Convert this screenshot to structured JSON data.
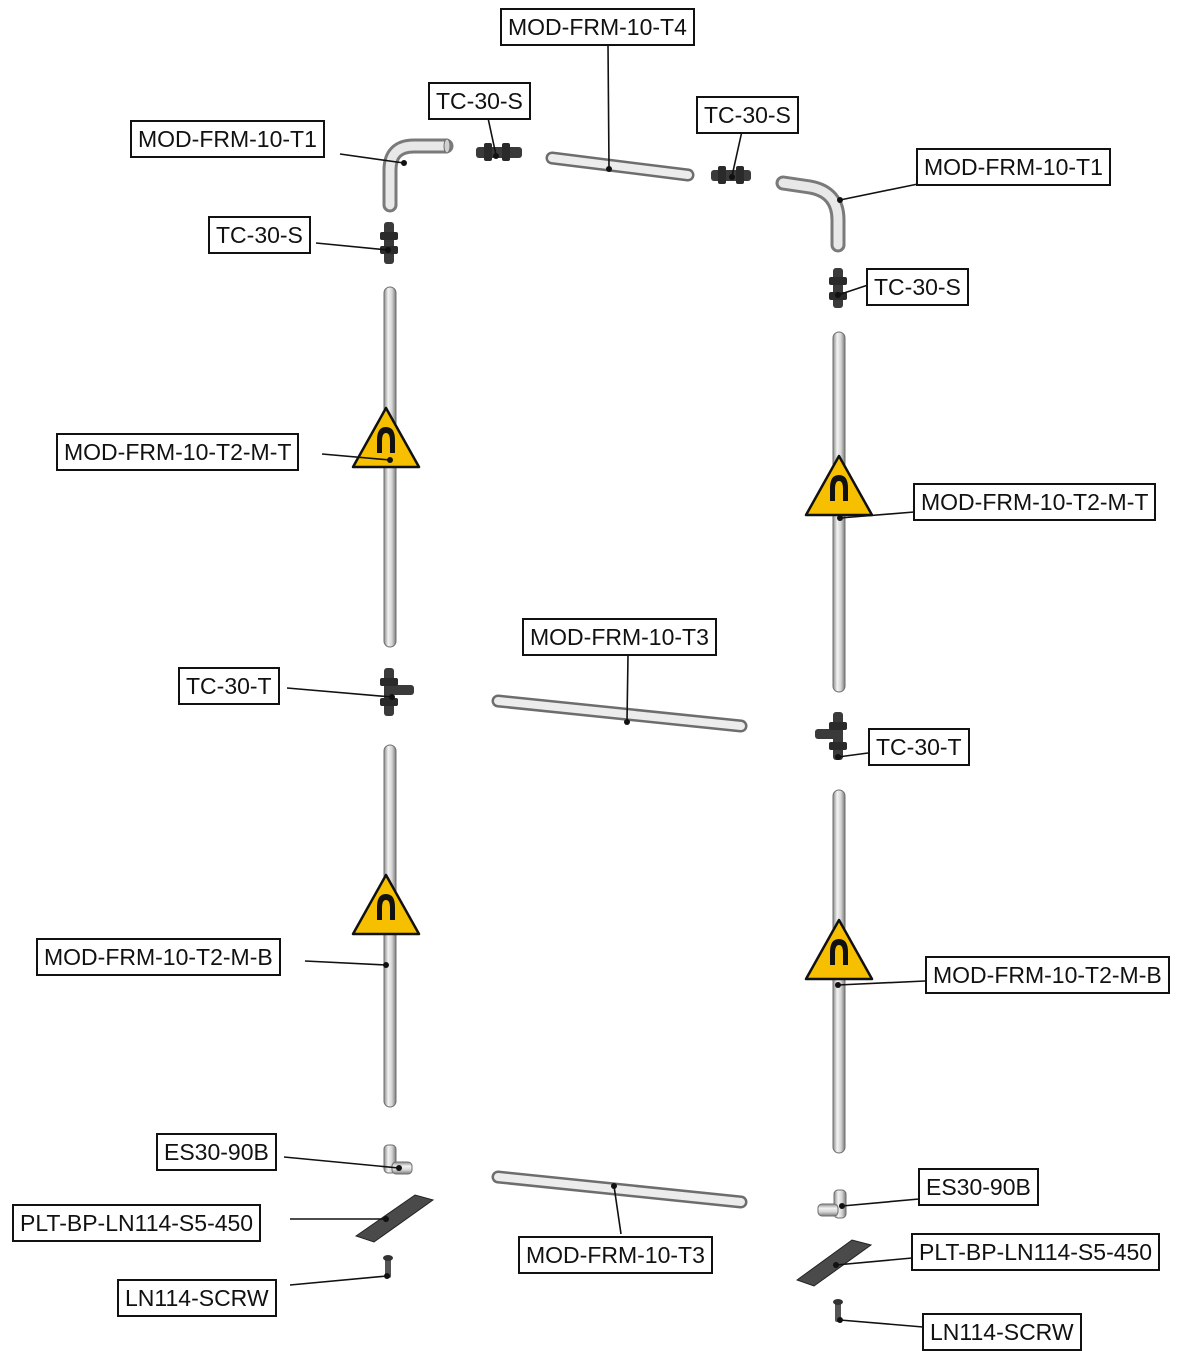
{
  "labels": {
    "top_tube": "MOD-FRM-10-T4",
    "left_coupler_top": "TC-30-S",
    "right_coupler_top": "TC-30-S",
    "left_corner": "MOD-FRM-10-T1",
    "right_corner": "MOD-FRM-10-T1",
    "left_coupler_side": "TC-30-S",
    "right_coupler_side": "TC-30-S",
    "left_upright_top": "MOD-FRM-10-T2-M-T",
    "right_upright_top": "MOD-FRM-10-T2-M-T",
    "middle_tube": "MOD-FRM-10-T3",
    "left_tee": "TC-30-T",
    "right_tee": "TC-30-T",
    "left_upright_bottom": "MOD-FRM-10-T2-M-B",
    "right_upright_bottom": "MOD-FRM-10-T2-M-B",
    "left_elbow": "ES30-90B",
    "right_elbow": "ES30-90B",
    "left_base_plate": "PLT-BP-LN114-S5-450",
    "right_base_plate": "PLT-BP-LN114-S5-450",
    "bottom_tube": "MOD-FRM-10-T3",
    "left_screw": "LN114-SCRW",
    "right_screw": "LN114-SCRW"
  },
  "colors": {
    "tube_light": "#f2f2f2",
    "tube_dark": "#8a8a8a",
    "fitting": "#3a3a3a",
    "plate": "#4a4a4a",
    "warning_fill": "#f6c000",
    "line": "#111111"
  },
  "icons": {
    "warning": "magnet-warning-icon"
  }
}
